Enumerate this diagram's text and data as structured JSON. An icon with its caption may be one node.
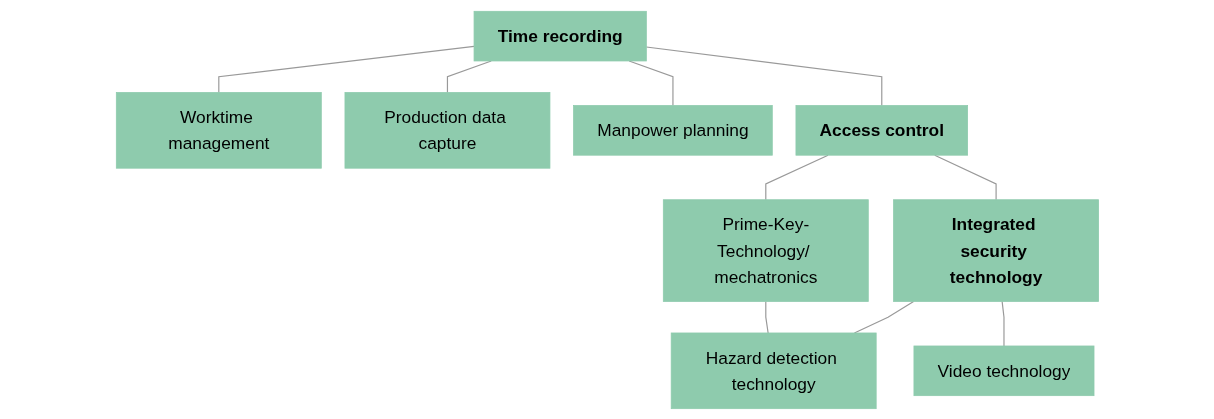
{
  "diagram": {
    "nodes": [
      {
        "text": [
          "Time recording"
        ]
      },
      {
        "text": [
          "Worktime management"
        ]
      },
      {
        "text": [
          "Production data capture"
        ]
      },
      {
        "text": [
          "Manpower planning"
        ]
      },
      {
        "text": [
          "Access control"
        ]
      },
      {
        "text": [
          "Prime-Key-Technology/ mechatronics"
        ]
      },
      {
        "text": [
          "Integrated security technology"
        ]
      },
      {
        "text": [
          "Hazard detection technology"
        ]
      },
      {
        "text": [
          "Video technology"
        ]
      }
    ],
    "edges": [
      {
        "from": 0,
        "to": 4,
        "arrow": "none"
      },
      {
        "from": 4,
        "to": 6,
        "arrow": "none"
      },
      {
        "from": 0,
        "to": 1,
        "arrow": "none"
      },
      {
        "from": 0,
        "to": 2,
        "arrow": "none"
      },
      {
        "from": 0,
        "to": 3,
        "arrow": "none"
      },
      {
        "from": 4,
        "to": 5,
        "arrow": "none"
      },
      {
        "from": 6,
        "to": 7,
        "arrow": "none"
      },
      {
        "from": 6,
        "to": 8,
        "arrow": "none"
      },
      {
        "from": 5,
        "to": 7,
        "arrow": "none"
      }
    ]
  }
}
